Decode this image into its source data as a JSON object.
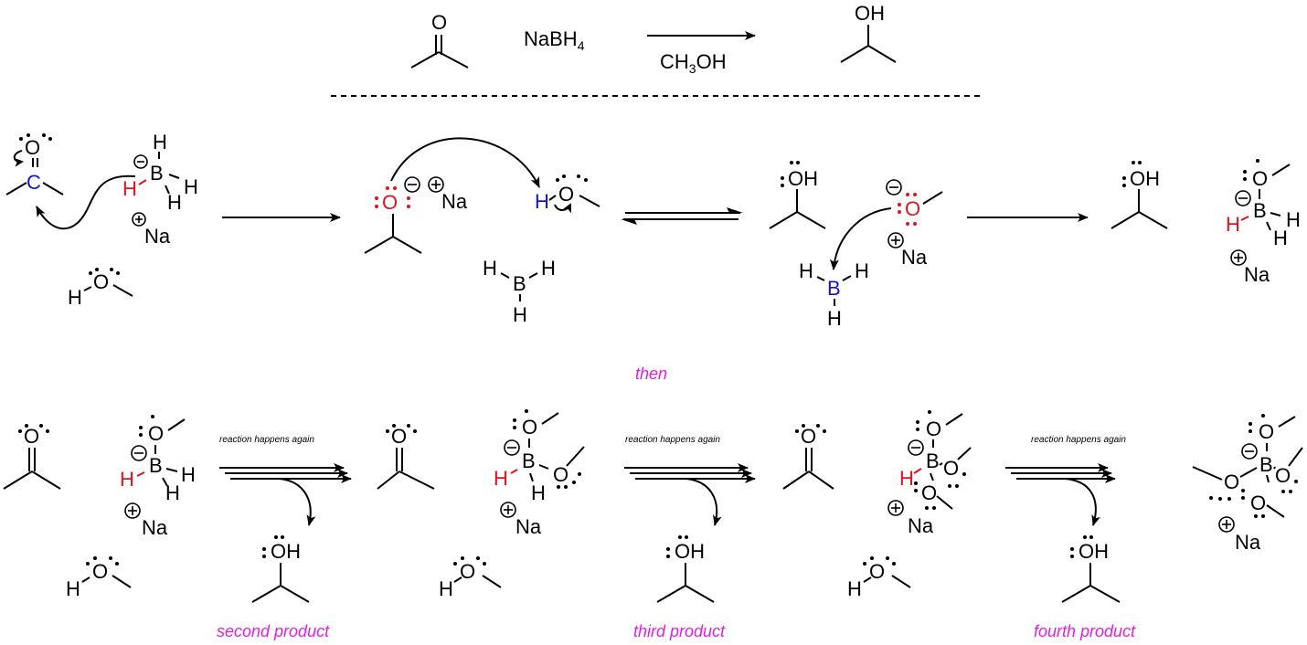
{
  "header": {
    "reactant": "acetone",
    "reagent": "NaBH",
    "reagent_sub": "4",
    "solvent_a": "CH",
    "solvent_sub": "3",
    "solvent_b": "OH",
    "product_label": "OH"
  },
  "atoms": {
    "O": "O",
    "C": "C",
    "B": "B",
    "H": "H",
    "Na": "Na",
    "OH": "OH"
  },
  "labels": {
    "then": "then",
    "reaction_again": "reaction happens again",
    "second_product": "second product",
    "third_product": "third product",
    "fourth_product": "fourth product"
  },
  "colors": {
    "highlight_red": "#e0141e",
    "highlight_blue": "#1414c8",
    "caption_magenta": "#e020e0"
  }
}
